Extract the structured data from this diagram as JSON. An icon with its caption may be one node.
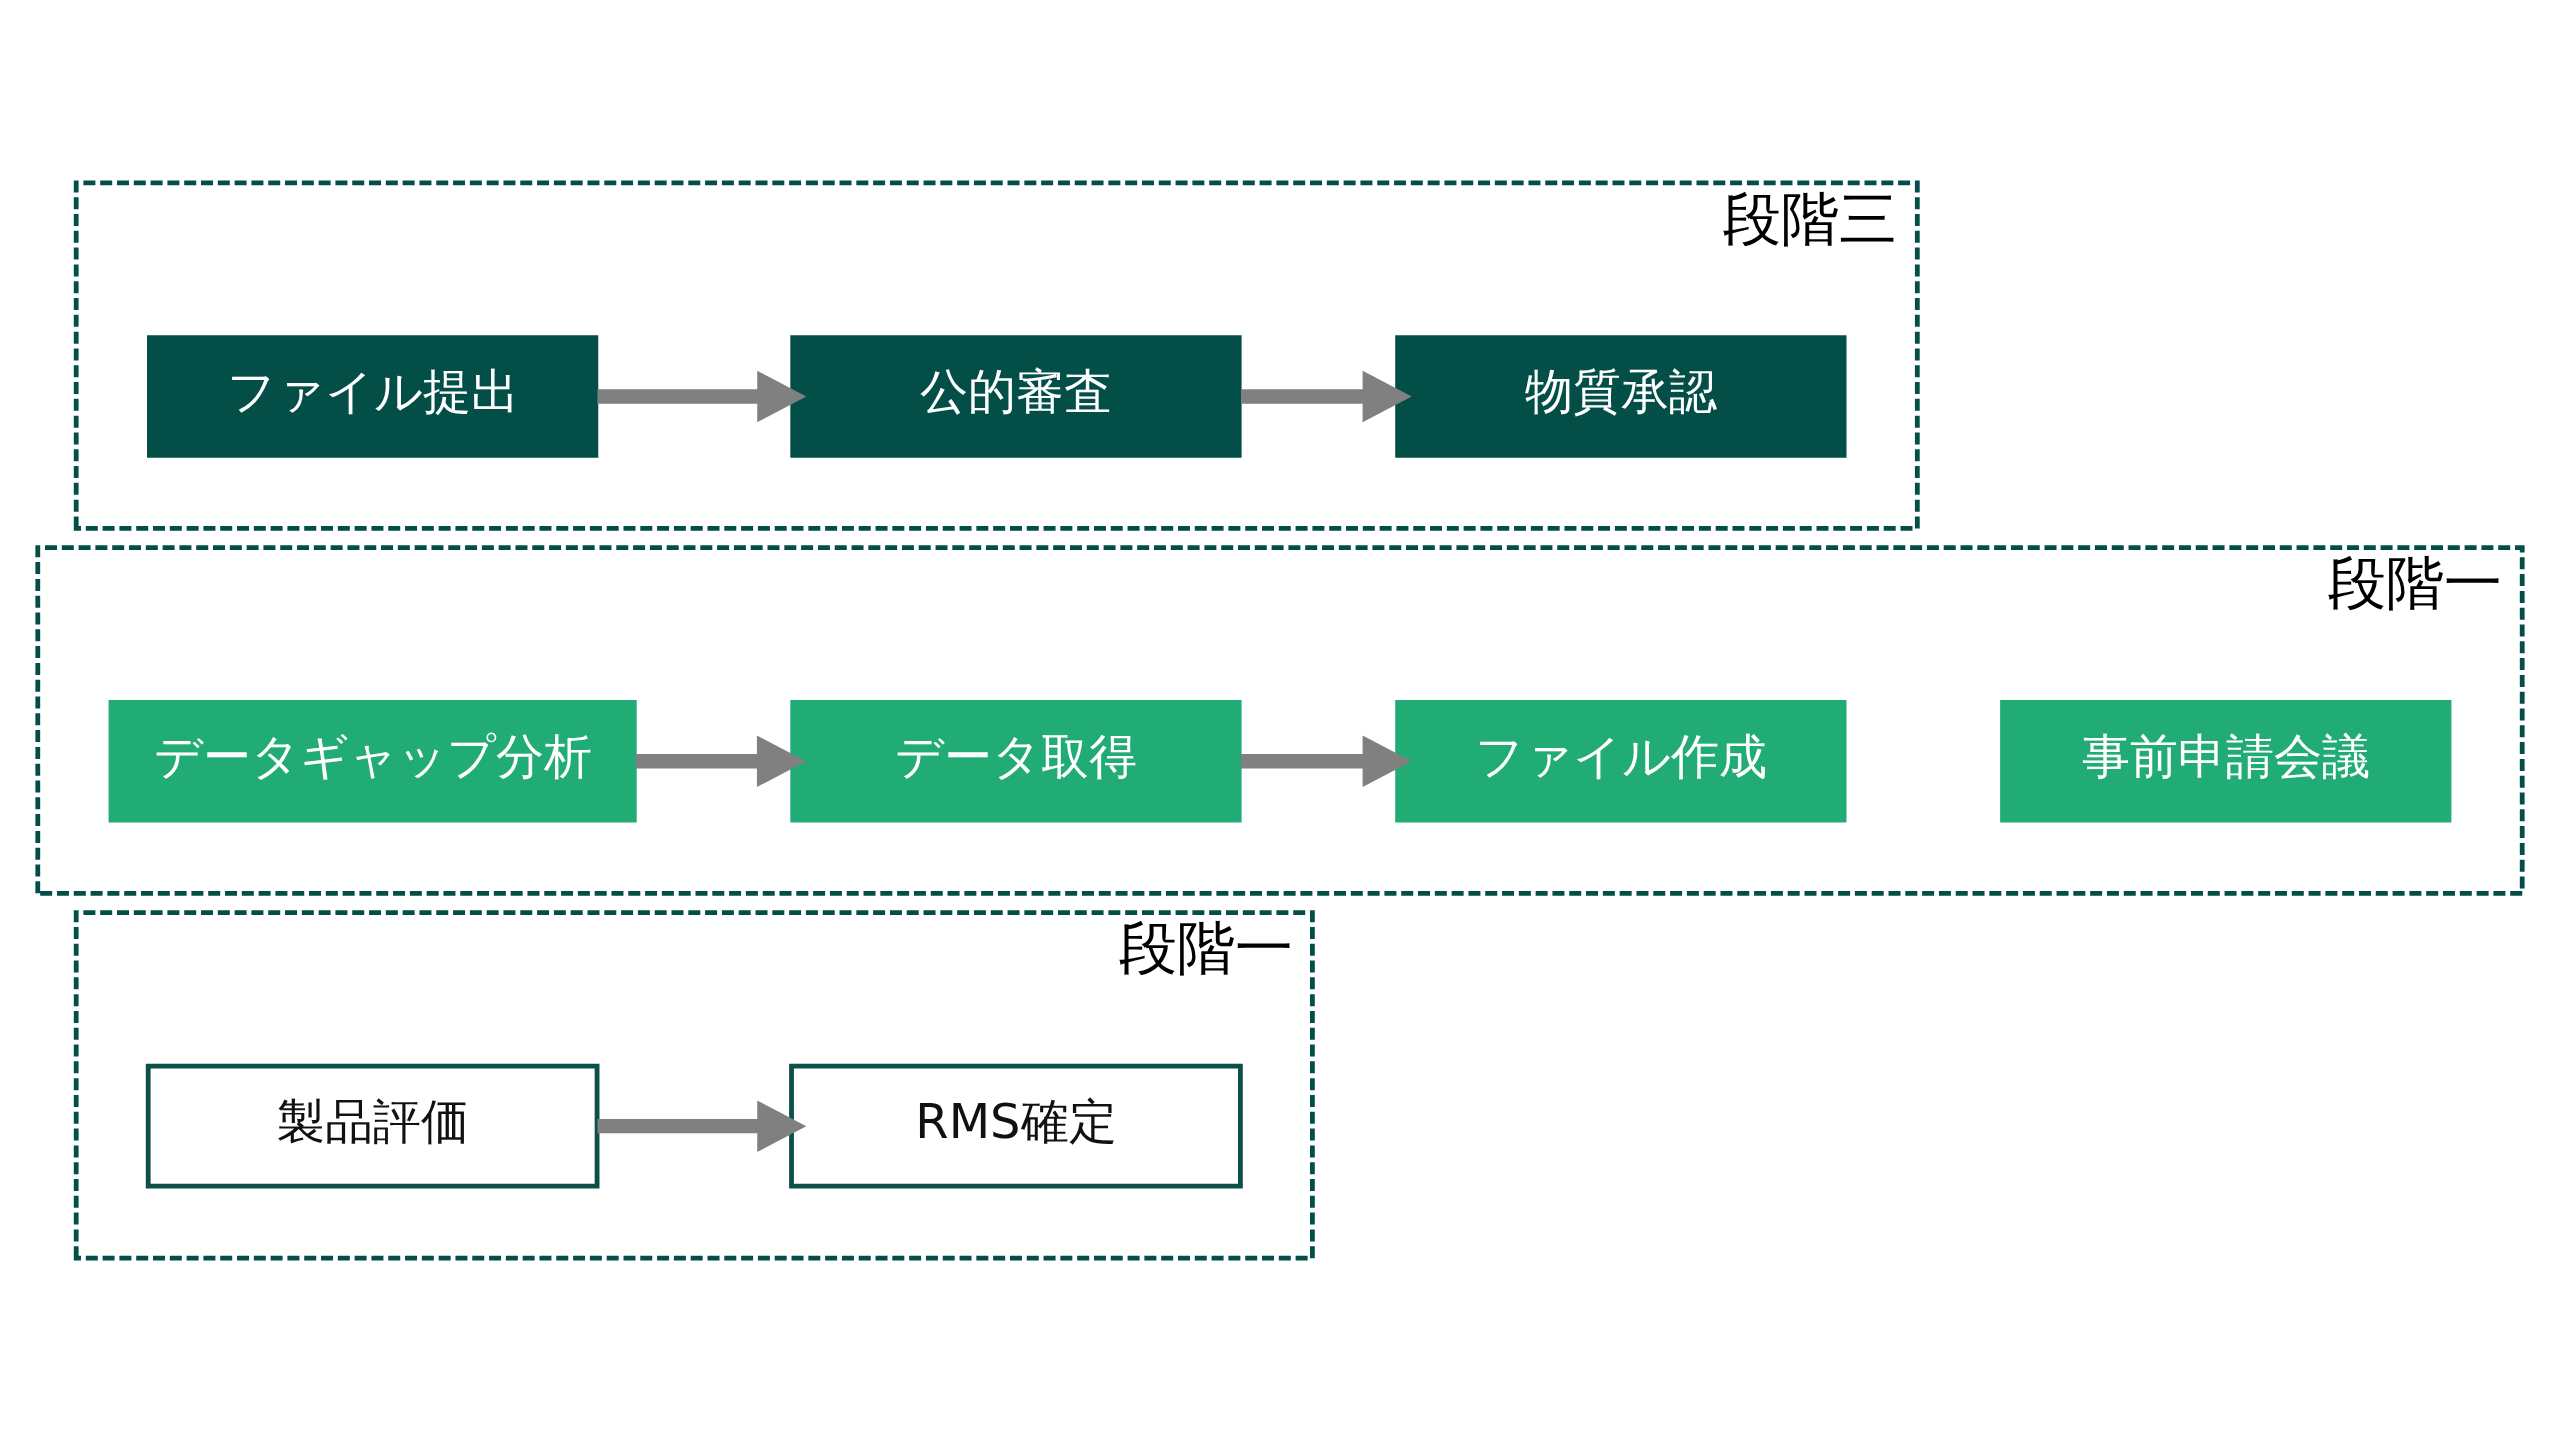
{
  "diagram": {
    "nodes": [
      {
        "text": [
          "段階一"
        ]
      },
      {
        "text": [
          "製品評価"
        ],
        "in": 0
      },
      {
        "text": [
          "RMS確定"
        ],
        "in": 0
      },
      {
        "text": [
          "段階一"
        ]
      },
      {
        "text": [
          "データギャップ分析"
        ],
        "in": 3
      },
      {
        "text": [
          "データ取得"
        ],
        "in": 3
      },
      {
        "text": [
          "ファイル作成"
        ],
        "in": 3
      },
      {
        "text": [
          "事前申請会議"
        ],
        "in": 3
      },
      {
        "text": [
          "段階三"
        ]
      },
      {
        "text": [
          "ファイル提出"
        ],
        "in": 8
      },
      {
        "text": [
          "公的審査"
        ],
        "in": 8
      },
      {
        "text": [
          "物質承認"
        ],
        "in": 8
      }
    ],
    "edges": [
      {
        "from": 1,
        "to": 2,
        "arrow": "to"
      },
      {
        "from": 4,
        "to": 5,
        "arrow": "to"
      },
      {
        "from": 5,
        "to": 6,
        "arrow": "to"
      },
      {
        "from": 9,
        "to": 10,
        "arrow": "to"
      },
      {
        "from": 10,
        "to": 11,
        "arrow": "to"
      }
    ]
  }
}
